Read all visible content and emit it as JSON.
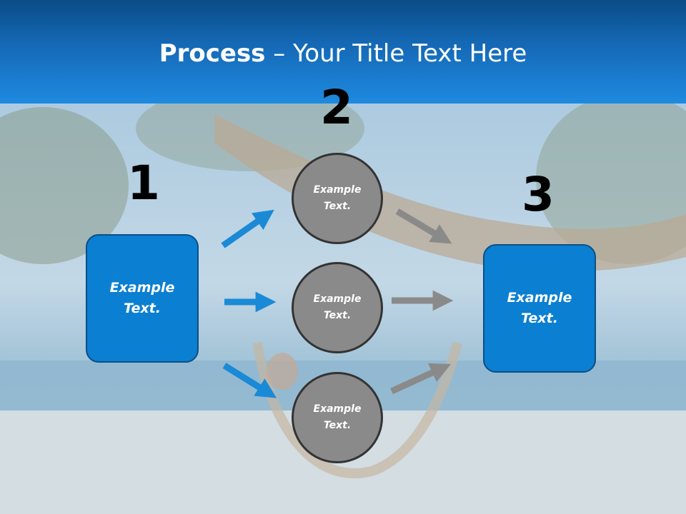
{
  "title": {
    "bold": "Process",
    "rest": " – Your Title Text Here"
  },
  "numbers": [
    "1",
    "2",
    "3"
  ],
  "box_left": {
    "line1": "Example",
    "line2": "Text."
  },
  "box_right": {
    "line1": "Example",
    "line2": "Text."
  },
  "circles": [
    {
      "line1": "Example",
      "line2": "Text."
    },
    {
      "line1": "Example",
      "line2": "Text."
    },
    {
      "line1": "Example",
      "line2": "Text."
    }
  ],
  "colors": {
    "header_top": "#0a4c86",
    "header_bottom": "#1e8ae0",
    "box_fill": "#0b7fd1",
    "circle_fill": "#8a8a8a",
    "arrow_blue": "#1b8ad6",
    "arrow_gray": "#8a8a8a"
  }
}
